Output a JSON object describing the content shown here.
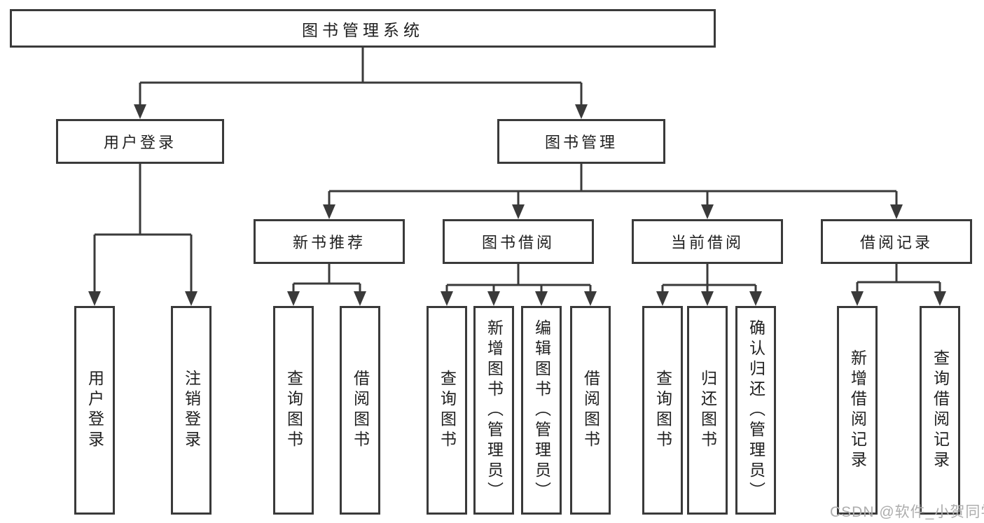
{
  "diagram": {
    "root": "图书管理系统",
    "login": {
      "label": "用户登录",
      "children": [
        "用户登录",
        "注销登录"
      ]
    },
    "mgmt": {
      "label": "图书管理",
      "sections": [
        {
          "label": "新书推荐",
          "children": [
            "查询图书",
            "借阅图书"
          ]
        },
        {
          "label": "图书借阅",
          "children": [
            "查询图书",
            "新增图书（管理员）",
            "编辑图书（管理员）",
            "借阅图书"
          ]
        },
        {
          "label": "当前借阅",
          "children": [
            "查询图书",
            "归还图书",
            "确认归还（管理员）"
          ]
        },
        {
          "label": "借阅记录",
          "children": [
            "新增借阅记录",
            "查询借阅记录"
          ]
        }
      ]
    },
    "watermark": "CSDN @软件_小贺同学",
    "colors": {
      "line": "#3a3a3a",
      "text": "#1f1f1f",
      "watermark": "#adadad",
      "background": "#ffffff"
    }
  }
}
